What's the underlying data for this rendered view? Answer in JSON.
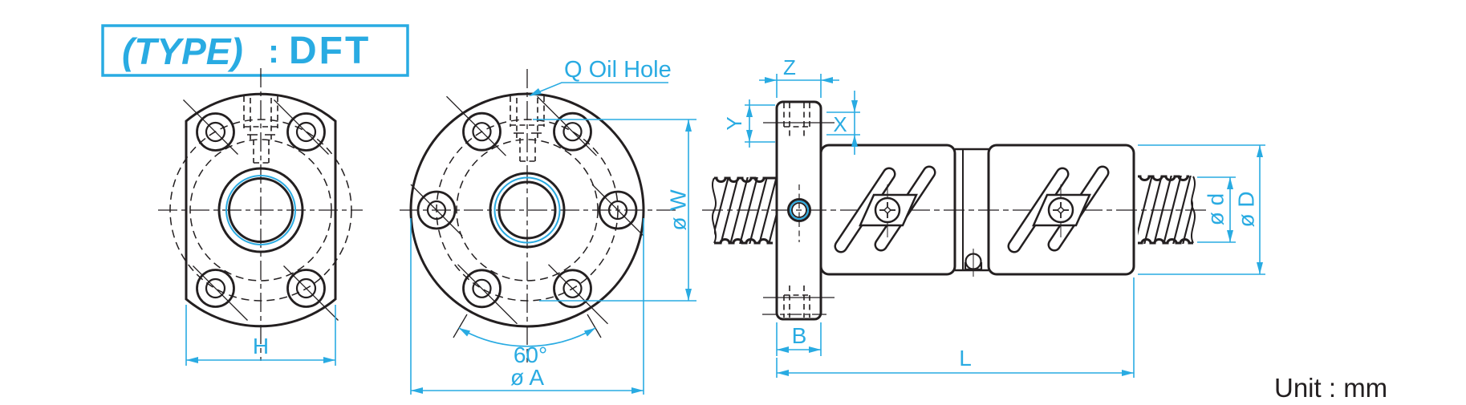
{
  "title": {
    "type_label": "(TYPE)",
    "colon": ":",
    "model": "DFT"
  },
  "callouts": {
    "oil_hole": "Q Oil Hole"
  },
  "note": {
    "unit": "Unit : mm"
  },
  "dimensions": {
    "front_width": "H",
    "flange_diameter": "ø A",
    "bolt_angle": "60°",
    "bolt_circle_diameter": "ø W",
    "flange_protrusion": "Z",
    "oil_hole_depth": "Y",
    "oil_hole_offset": "X",
    "flange_thickness": "B",
    "total_length": "L",
    "screw_diameter": "ø d",
    "nut_diameter": "ø D"
  },
  "colors": {
    "accent": "#29abe2",
    "line": "#231f20",
    "background": "#ffffff"
  }
}
